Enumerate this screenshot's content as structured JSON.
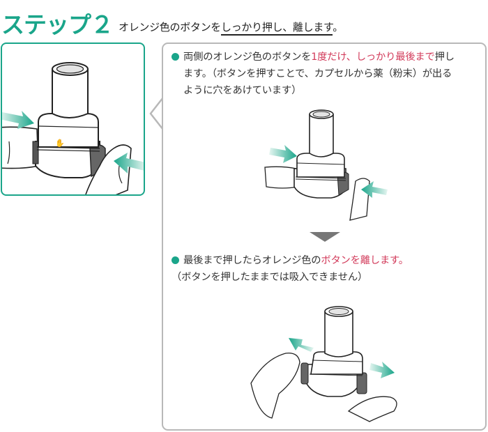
{
  "header": {
    "step_label": "ステップ２",
    "subtitle_plain": "オレンジ色のボタンを",
    "subtitle_underlined": "しっかり押し、離します",
    "subtitle_end": "。"
  },
  "instructions": [
    {
      "id": "press",
      "text_before": "両側のオレンジ色のボタンを",
      "text_highlight": "1度だけ、しっかり最後まで",
      "text_after_line1": "押し",
      "line2": "ます。（ボタンを押すことで、カプセルから薬（粉末）が出る",
      "line3": "ように穴をあけています）"
    },
    {
      "id": "release",
      "text_before": "最後まで押したらオレンジ色の",
      "text_highlight": "ボタンを離します。",
      "line2": "（ボタンを押したままでは吸入できません）"
    }
  ],
  "illustrations": {
    "left": "inhaler-pressed-closeup",
    "right_top": "inhaler-pressed",
    "right_bottom": "inhaler-released"
  },
  "colors": {
    "accent_green": "#1aa58a",
    "highlight_red": "#d23a5a",
    "box_border_gray": "#b8b8b8",
    "arrow_gray": "#777777"
  }
}
